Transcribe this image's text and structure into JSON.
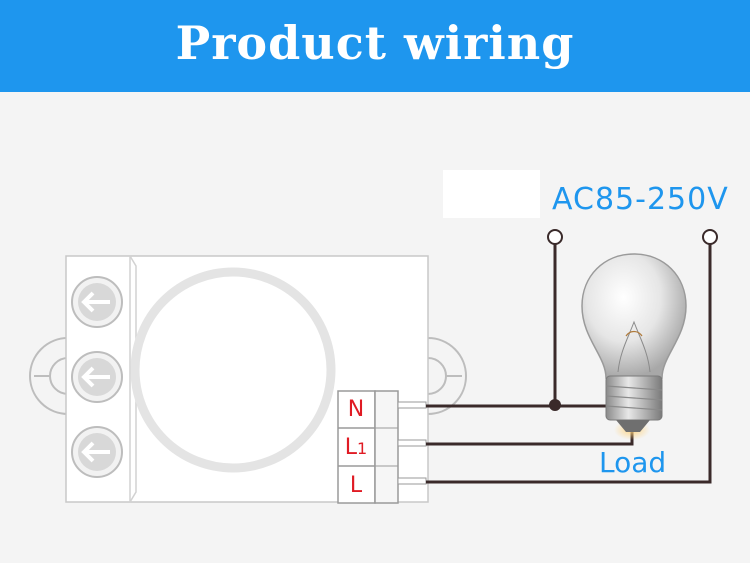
{
  "header": {
    "title": "Product wiring"
  },
  "supply": {
    "voltage_label": "AC85-250V"
  },
  "terminals": {
    "n_label": "N",
    "l1_label": "L",
    "l1_sub": "1",
    "l_label": "L"
  },
  "load": {
    "label": "Load"
  },
  "colors": {
    "banner": "#1e96ee",
    "accent_text": "#1e96ee",
    "terminal_text": "#e01b24",
    "wire": "#3a2a2a"
  },
  "icons": {
    "module_buttons": "arrow-left-icon",
    "load": "light-bulb-icon",
    "supply_terminals": "terminal-circle-icon"
  }
}
